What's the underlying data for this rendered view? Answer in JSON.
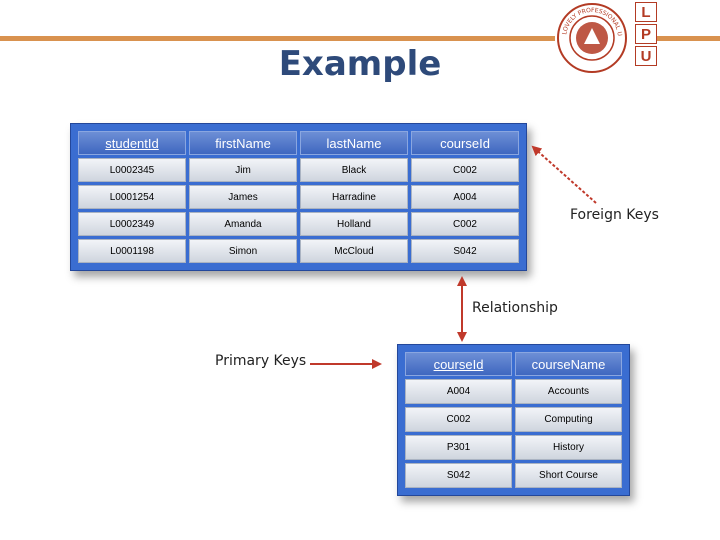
{
  "title": "Example",
  "logo": {
    "letters": [
      "L",
      "P",
      "U"
    ],
    "seal_text": "LOVELY PROFESSIONAL UNIVERSITY · PUNJAB (INDIA)"
  },
  "student_table": {
    "headers": [
      "studentId",
      "firstName",
      "lastName",
      "courseId"
    ],
    "rows": [
      [
        "L0002345",
        "Jim",
        "Black",
        "C002"
      ],
      [
        "L0001254",
        "James",
        "Harradine",
        "A004"
      ],
      [
        "L0002349",
        "Amanda",
        "Holland",
        "C002"
      ],
      [
        "L0001198",
        "Simon",
        "McCloud",
        "S042"
      ]
    ]
  },
  "course_table": {
    "headers": [
      "courseId",
      "courseName"
    ],
    "rows": [
      [
        "A004",
        "Accounts"
      ],
      [
        "C002",
        "Computing"
      ],
      [
        "P301",
        "History"
      ],
      [
        "S042",
        "Short Course"
      ]
    ]
  },
  "annotations": {
    "foreign_keys": "Foreign Keys",
    "relationship": "Relationship",
    "primary_keys": "Primary Keys"
  },
  "colors": {
    "accent_bar": "#d9924f",
    "table_blue": "#3a6dd1",
    "arrow_red": "#c0392b",
    "title_blue": "#2e4a7a"
  }
}
